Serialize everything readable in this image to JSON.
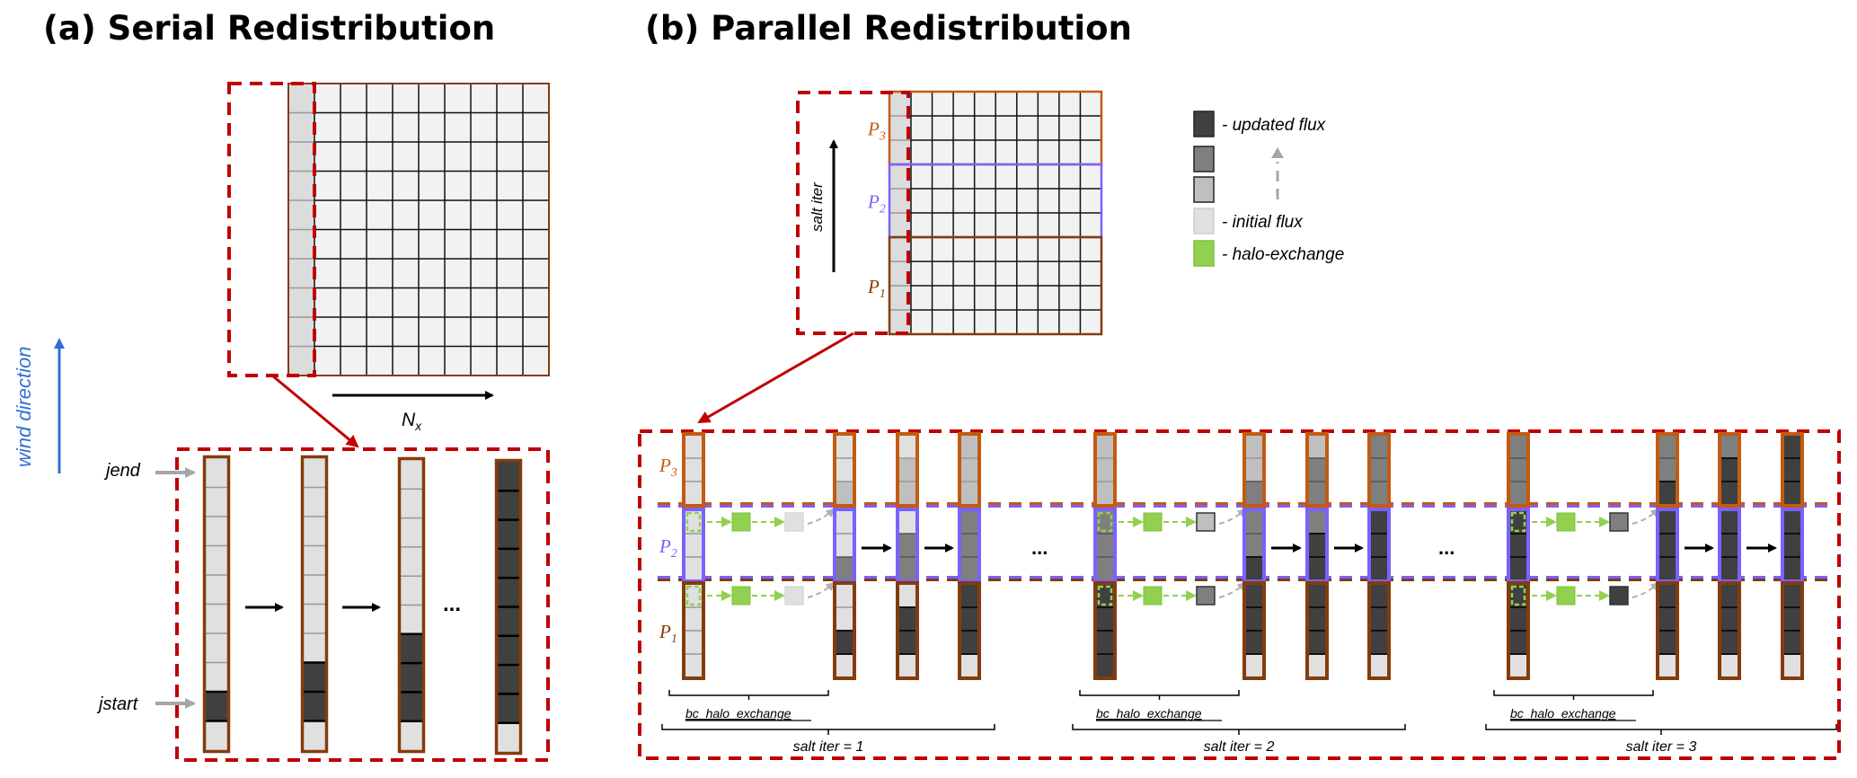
{
  "panel_a": {
    "title": "(a) Serial Redistribution",
    "axis_label_main": "N",
    "axis_label_sub": "x",
    "wind_label": "wind direction",
    "jend_label": "jend",
    "jstart_label": "jstart",
    "grid": {
      "rows": 10,
      "cols": 9,
      "highlighted_column": "first"
    },
    "ellipsis": "...",
    "columns": [
      [
        "i",
        "i",
        "i",
        "i",
        "i",
        "i",
        "i",
        "i",
        "u",
        "i"
      ],
      [
        "i",
        "i",
        "i",
        "i",
        "i",
        "i",
        "i",
        "u",
        "u",
        "i"
      ],
      [
        "i",
        "i",
        "i",
        "i",
        "i",
        "i",
        "u",
        "u",
        "u",
        "i"
      ],
      [
        "u",
        "u",
        "u",
        "u",
        "u",
        "u",
        "u",
        "u",
        "u",
        "i"
      ]
    ]
  },
  "panel_b": {
    "title": "(b) Parallel Redistribution",
    "salt_iter_label": "salt iter",
    "processors": [
      {
        "name": "P",
        "sub": "3",
        "rows": 3,
        "color": "#c55a11"
      },
      {
        "name": "P",
        "sub": "2",
        "rows": 3,
        "color": "#7b61ff"
      },
      {
        "name": "P",
        "sub": "1",
        "rows": 4,
        "color": "#843c0c"
      }
    ],
    "grid": {
      "rows": 10,
      "cols": 9
    },
    "legend": [
      {
        "label": "- updated flux",
        "shade": "d"
      },
      {
        "label": "",
        "shade": "m"
      },
      {
        "label": "",
        "shade": "l"
      },
      {
        "label": "- initial flux",
        "shade": "i"
      },
      {
        "label": "- halo-exchange",
        "shade": "h"
      }
    ],
    "ellipsis": "...",
    "bc_label": "bc_halo_exchange",
    "iterations": [
      {
        "label": "salt iter = 1",
        "initial": {
          "P3": [
            "i",
            "i",
            "i"
          ],
          "P2": [
            "i",
            "i",
            "i"
          ],
          "P1": [
            "i",
            "i",
            "i",
            "i"
          ]
        },
        "halo_dest": {
          "P2": "i",
          "P1": "i"
        },
        "steps": [
          {
            "P3": [
              "i",
              "i",
              "l"
            ],
            "P2": [
              "i",
              "i",
              "m"
            ],
            "P1": [
              "i",
              "i",
              "d",
              "i"
            ]
          },
          {
            "P3": [
              "i",
              "l",
              "l"
            ],
            "P2": [
              "i",
              "m",
              "m"
            ],
            "P1": [
              "i",
              "d",
              "d",
              "i"
            ]
          },
          {
            "P3": [
              "l",
              "l",
              "l"
            ],
            "P2": [
              "m",
              "m",
              "m"
            ],
            "P1": [
              "d",
              "d",
              "d",
              "i"
            ]
          }
        ]
      },
      {
        "label": "salt iter = 2",
        "initial": {
          "P3": [
            "l",
            "l",
            "l"
          ],
          "P2": [
            "m",
            "m",
            "m"
          ],
          "P1": [
            "d",
            "d",
            "d",
            "d"
          ]
        },
        "halo_dest": {
          "P2": "l",
          "P1": "m"
        },
        "steps": [
          {
            "P3": [
              "l",
              "l",
              "m"
            ],
            "P2": [
              "m",
              "m",
              "d"
            ],
            "P1": [
              "d",
              "d",
              "d",
              "i"
            ]
          },
          {
            "P3": [
              "l",
              "m",
              "m"
            ],
            "P2": [
              "m",
              "d",
              "d"
            ],
            "P1": [
              "d",
              "d",
              "d",
              "i"
            ]
          },
          {
            "P3": [
              "m",
              "m",
              "m"
            ],
            "P2": [
              "d",
              "d",
              "d"
            ],
            "P1": [
              "d",
              "d",
              "d",
              "i"
            ]
          }
        ]
      },
      {
        "label": "salt iter = 3",
        "initial": {
          "P3": [
            "m",
            "m",
            "m"
          ],
          "P2": [
            "d",
            "d",
            "d"
          ],
          "P1": [
            "d",
            "d",
            "d",
            "i"
          ]
        },
        "halo_dest": {
          "P2": "m",
          "P1": "d"
        },
        "steps": [
          {
            "P3": [
              "m",
              "m",
              "d"
            ],
            "P2": [
              "d",
              "d",
              "d"
            ],
            "P1": [
              "d",
              "d",
              "d",
              "i"
            ]
          },
          {
            "P3": [
              "m",
              "d",
              "d"
            ],
            "P2": [
              "d",
              "d",
              "d"
            ],
            "P1": [
              "d",
              "d",
              "d",
              "i"
            ]
          },
          {
            "P3": [
              "d",
              "d",
              "d"
            ],
            "P2": [
              "d",
              "d",
              "d"
            ],
            "P1": [
              "d",
              "d",
              "d",
              "i"
            ]
          }
        ]
      }
    ]
  },
  "colors": {
    "updated": "#404040",
    "mid": "#7f7f7f",
    "light": "#bfbfbf",
    "initial": "#e0e0e0",
    "grid_cell": "#f2f2f2",
    "halo": "#92d050",
    "highlight_box": "#c00000",
    "wind": "#2f6fd6"
  }
}
